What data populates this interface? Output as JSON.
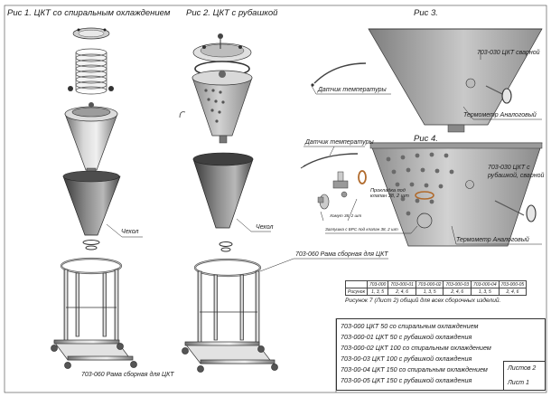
{
  "figures": {
    "fig1_title": "Рис 1. ЦКТ со спиральным охлаждением",
    "fig2_title": "Рис 2. ЦКТ с рубашкой",
    "fig3_title": "Рис 3.",
    "fig4_title": "Рис 4."
  },
  "labels": {
    "cover_1": "Чехол",
    "cover_2": "Чехол",
    "frame_fig1": "703-060 Рама сборная для ЦКТ",
    "frame_fig2": "703-060 Рама сборная для ЦКТ",
    "temp_sensor_3": "Датчик температуры",
    "cct_welded_3": "703-030 ЦКТ сварной",
    "thermometer_3": "Термометр Аналоговый",
    "temp_sensor_4": "Датчик температуры",
    "cct_welded_4_line1": "703-030 ЦКТ с",
    "cct_welded_4_line2": "рубашкой, сварной",
    "gasket_line1": "Прокладка под",
    "gasket_line2": "клапан 38, 2 шт",
    "clamp_38": "Хомут 38, 2 шт",
    "valve_plug": "Заглушка с БРС под клапан 38, 2 шт",
    "thermometer_4": "Термометр Аналоговый"
  },
  "codes_table": {
    "headers": [
      "703-000",
      "703-000-01",
      "703-000-02",
      "703-000-03",
      "703-000-04",
      "703-000-05"
    ],
    "row_label": "Рисунок",
    "row_values": [
      "1, 3, 5",
      "2, 4, 6",
      "1, 3, 5",
      "2, 4, 6",
      "1, 3, 5",
      "2, 4, 6"
    ]
  },
  "caption": "Рисунок 7 (Лист 2) общий для всех сборочных изделий.",
  "legend": {
    "items": [
      "703-000 ЦКТ 50 со спиральным охлаждением",
      "703-000-01 ЦКТ 50 с рубашкой охлаждения",
      "703-000-02 ЦКТ 100 со спиральным охлаждением",
      "703-00-03 ЦКТ 100 с рубашкой охлаждения",
      "703-00-04 ЦКТ 150 со спиральным охлаждением",
      "703-00-05 ЦКТ 150 с рубашкой охлаждения"
    ],
    "sheet_2": "Листов 2",
    "sheet_1": "Лист 1"
  }
}
